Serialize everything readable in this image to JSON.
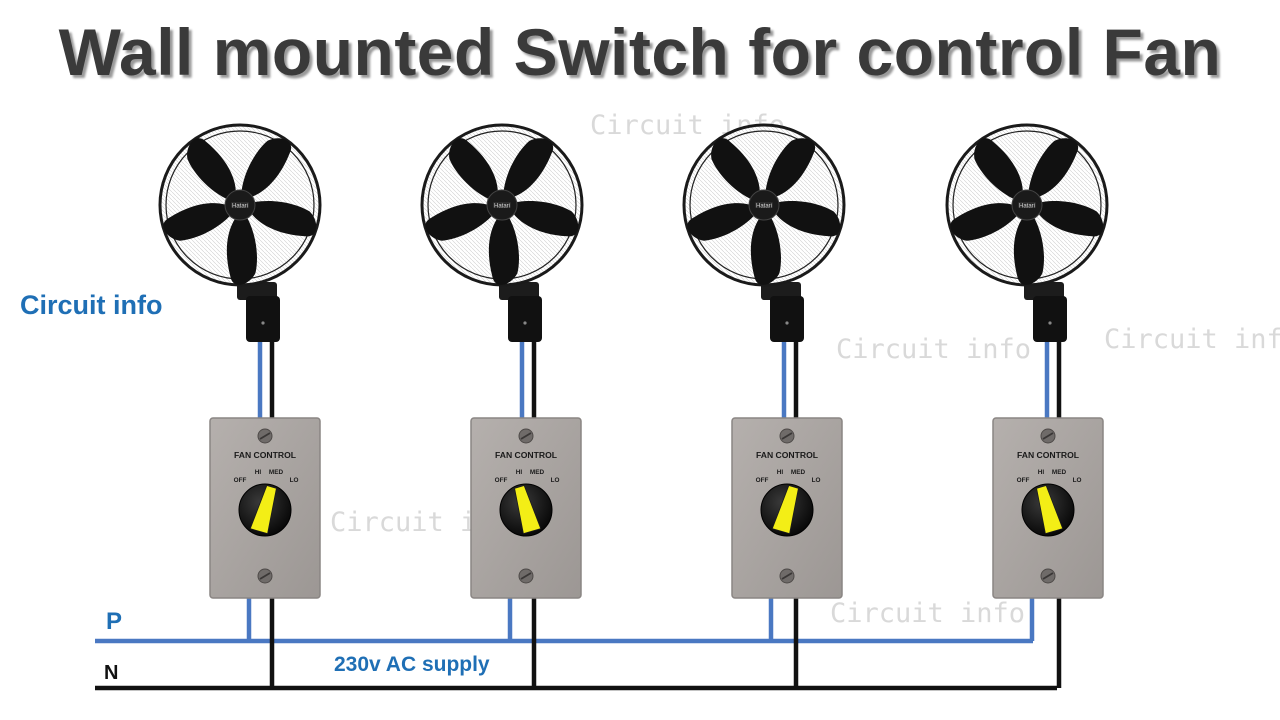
{
  "title": "Wall mounted Switch for control  Fan",
  "brand_label": "Circuit info",
  "watermarks": [
    "Circuit info",
    "Circuit info",
    "Circuit info",
    "Circuit info",
    "Circuit info"
  ],
  "bus": {
    "phase_label": "P",
    "neutral_label": "N",
    "supply_label": "230v AC supply"
  },
  "fan": {
    "badge": "Hatari"
  },
  "switch": {
    "heading": "FAN CONTROL",
    "off": "OFF",
    "hi": "HI",
    "med": "MED",
    "lo": "LO"
  },
  "units": [
    {
      "knob_angle": 16
    },
    {
      "knob_angle": -16
    },
    {
      "knob_angle": 16
    },
    {
      "knob_angle": -16
    }
  ],
  "colors": {
    "phase_wire": "#4a78c2",
    "neutral_wire": "#111111",
    "plate": "#aaa5a2",
    "knob_indicator": "#f3ee16",
    "label_blue": "#1f6fb5"
  }
}
